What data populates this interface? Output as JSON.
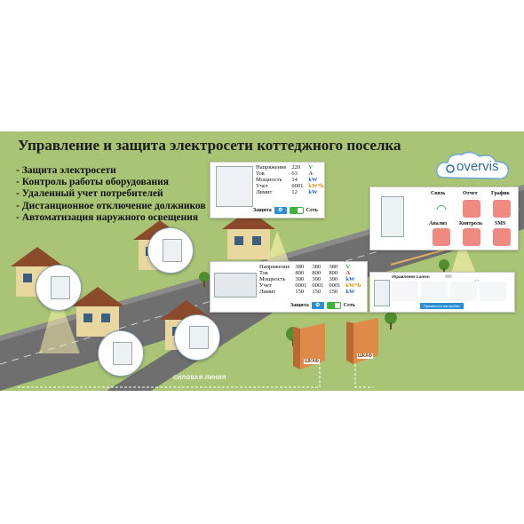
{
  "title": "Управление и защита электросети коттеджного поселка",
  "bullets": [
    "- Защита электросети",
    "- Контроль работы оборудования",
    "- Удаленный учет потребителей",
    "- Дистанционное отключение должников",
    "- Автоматизация наружного освещения"
  ],
  "logo": {
    "text": "overvis"
  },
  "single_phase_panel": {
    "rows": [
      {
        "label": "Напряжение",
        "value": "220",
        "unit": "V"
      },
      {
        "label": "Ток",
        "value": "63",
        "unit": "A"
      },
      {
        "label": "Мощность",
        "value": "14",
        "unit": "kW"
      },
      {
        "label": "Учет",
        "value": "0001",
        "unit": "kW*h"
      },
      {
        "label": "Лимит",
        "value": "12",
        "unit": "kW"
      }
    ],
    "protect_label": "Защита",
    "network_label": "Сеть"
  },
  "three_phase_panel": {
    "rows": [
      {
        "label": "Напряжение",
        "values": [
          "380",
          "380",
          "380"
        ],
        "unit": "V"
      },
      {
        "label": "Ток",
        "values": [
          "800",
          "800",
          "800"
        ],
        "unit": "A"
      },
      {
        "label": "Мощность",
        "values": [
          "300",
          "300",
          "300"
        ],
        "unit": "kW"
      },
      {
        "label": "Учет",
        "values": [
          "0001",
          "0001",
          "0001"
        ],
        "unit": "kW*h"
      },
      {
        "label": "Лимит",
        "values": [
          "150",
          "150",
          "150"
        ],
        "unit": "kW"
      }
    ],
    "protect_label": "Защита",
    "network_label": "Сеть"
  },
  "app_panel": {
    "features": [
      "Связь",
      "Отчет",
      "График",
      "Анализ",
      "Контроль",
      "SMS"
    ],
    "colors": {
      "tile": "#f08a80",
      "wifi": "#2aa64a"
    }
  },
  "lighting_panel": {
    "title": "Управление Lumen",
    "button": "Применить настройки"
  },
  "cabinet_label": "ШКАФ",
  "power_line_label": "СИЛОВАЯ ЛИНИЯ",
  "colors": {
    "grass": "#a9c474",
    "road": "#6f6f6f",
    "roof": "#8b4a2a",
    "accent": "#2a8fd6"
  }
}
